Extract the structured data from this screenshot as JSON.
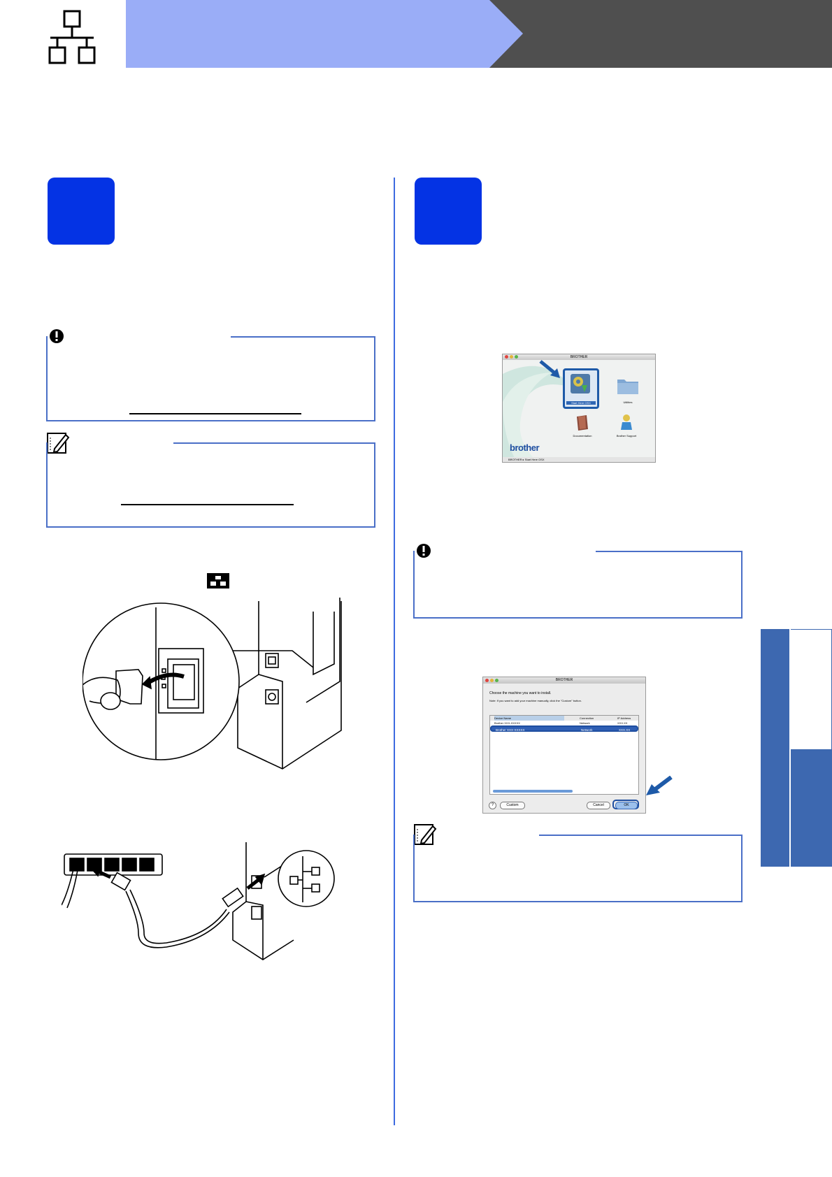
{
  "header": {
    "network_icon": "wired-network-icon",
    "band_light_color": "#9aadf7",
    "band_dark_color": "#4f4f4f"
  },
  "badges": {
    "color": "#0433e4"
  },
  "callouts": {
    "important_icon": "exclamation-icon",
    "note_icon": "pencil-note-icon",
    "border_color": "#4a6fc7"
  },
  "inline_icon": "lan-port-icon",
  "screenshot_installer": {
    "window_title": "BROTHER",
    "items": [
      "Start Here OSX",
      "Utilities",
      "Documentation",
      "Brother Support"
    ],
    "logo": "brother",
    "path_bar": "BROTHER ▸ Start Here OSX"
  },
  "screenshot_select": {
    "window_title": "BROTHER",
    "line1": "Choose the machine you want to install.",
    "line2": "Note: If you want to add your machine manually, click the \"Custom\" button.",
    "col_device": "Device Name",
    "col_connection": "Connection",
    "col_ip": "IP Address",
    "row1_device": "Brother XXX-XXXXX",
    "row1_connection": "Network",
    "row1_ip": "XXX.XX",
    "row2_device": "Brother XXX-XXXXX",
    "row2_connection": "Network",
    "row2_ip": "XXX.XX",
    "custom_label": "Custom",
    "cancel_label": "Cancel",
    "ok_label": "OK"
  },
  "side_tab": {
    "color": "#3d68b0"
  }
}
